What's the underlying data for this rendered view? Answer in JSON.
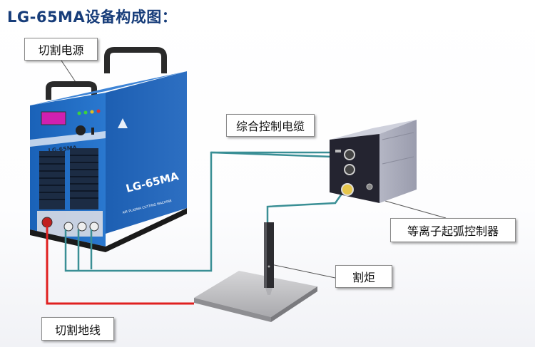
{
  "title": "LG-65MA设备构成图：",
  "labels": {
    "power_source": "切割电源",
    "control_cable": "综合控制电缆",
    "arc_controller": "等离子起弧控制器",
    "torch": "割炬",
    "ground_wire": "切割地线"
  },
  "machine": {
    "model_text": "LG-65MA",
    "model_text_small": "LG-65MA",
    "subtitle": "AIR PLASMA CUTTING MACHINE"
  },
  "colors": {
    "title": "#173d7a",
    "machine_front": "#1f6fc4",
    "machine_side": "#2457a6",
    "cable": "#3a8f95",
    "ground_cable": "#e02020",
    "controller": "#a7a9b8"
  }
}
